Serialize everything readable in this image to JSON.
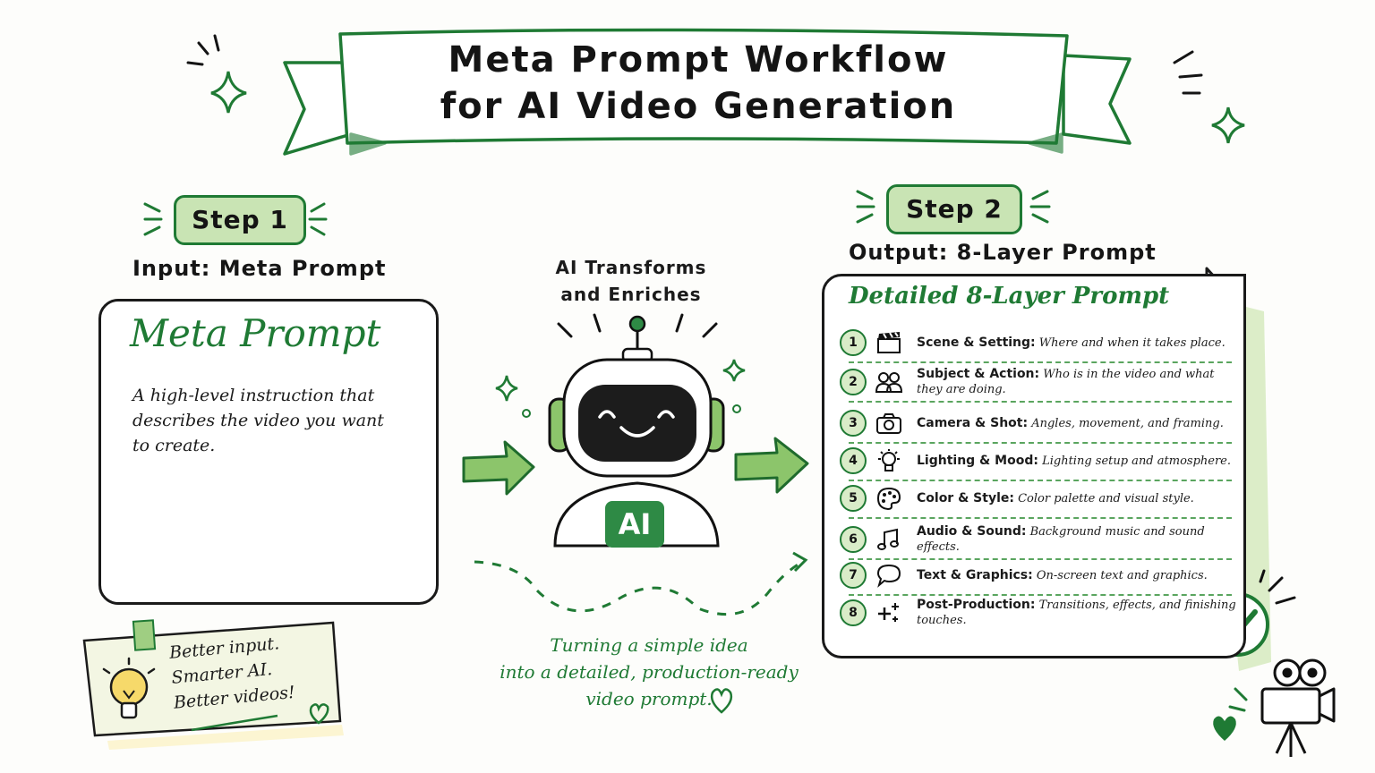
{
  "header": {
    "title_line1": "Meta Prompt Workflow",
    "title_line2": "for AI Video Generation"
  },
  "step1": {
    "badge": "Step 1",
    "heading": "Input: Meta Prompt",
    "card_title": "Meta Prompt",
    "description": "A high-level instruction that describes the video you want to create."
  },
  "middle": {
    "heading_line1": "AI Transforms",
    "heading_line2": "and Enriches",
    "robot_label": "AI",
    "caption_line1": "Turning a simple idea",
    "caption_line2": "into a detailed, production-ready",
    "caption_line3": "video prompt."
  },
  "step2": {
    "badge": "Step 2",
    "heading": "Output: 8-Layer Prompt",
    "card_title": "Detailed 8-Layer Prompt",
    "layers": [
      {
        "num": "1",
        "icon": "clapperboard-icon",
        "name": "Scene & Setting:",
        "desc": "Where and when it takes place."
      },
      {
        "num": "2",
        "icon": "people-icon",
        "name": "Subject & Action:",
        "desc": "Who is in the video and what they are doing."
      },
      {
        "num": "3",
        "icon": "camera-icon",
        "name": "Camera & Shot:",
        "desc": "Angles, movement, and framing."
      },
      {
        "num": "4",
        "icon": "lightbulb-icon",
        "name": "Lighting & Mood:",
        "desc": "Lighting setup and atmosphere."
      },
      {
        "num": "5",
        "icon": "palette-icon",
        "name": "Color & Style:",
        "desc": "Color palette and visual style."
      },
      {
        "num": "6",
        "icon": "music-note-icon",
        "name": "Audio & Sound:",
        "desc": "Background music and sound effects."
      },
      {
        "num": "7",
        "icon": "speech-bubble-icon",
        "name": "Text & Graphics:",
        "desc": "On-screen text and graphics."
      },
      {
        "num": "8",
        "icon": "sparkles-icon",
        "name": "Post-Production:",
        "desc": "Transitions, effects, and finishing touches."
      }
    ]
  },
  "note": {
    "line1": "Better input.",
    "line2": "Smarter AI.",
    "line3": "Better videos!"
  },
  "colors": {
    "accent_green": "#1f7a34",
    "light_green": "#c9e4b4",
    "note_yellow": "#f3f6e3"
  }
}
